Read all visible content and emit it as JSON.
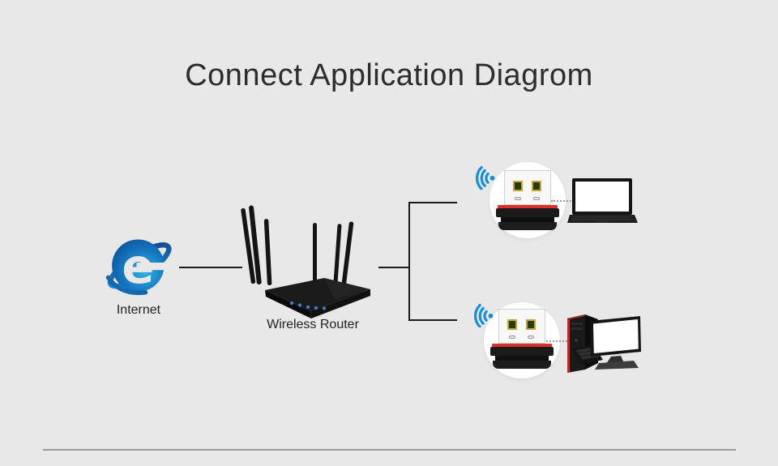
{
  "title": "Connect Application Diagrom",
  "diagram": {
    "internet": {
      "label": "Internet",
      "icon": "internet-explorer-e-logo"
    },
    "router": {
      "label": "Wireless Router",
      "icon": "wireless-router-6-antennas",
      "led_count": 5
    },
    "clients": [
      {
        "device": "laptop",
        "adapter_icon": "usb-wifi-adapter",
        "signal_icon": "wifi-signal-icon",
        "link_style": "dotted"
      },
      {
        "device": "desktop-computer",
        "adapter_icon": "usb-wifi-adapter",
        "signal_icon": "wifi-signal-icon",
        "link_style": "dotted"
      }
    ]
  },
  "colors": {
    "background": "#e8e8e8",
    "title_text": "#2d2d2d",
    "label_text": "#222222",
    "line": "#1a1a1a",
    "divider": "#9a9a9a",
    "wifi_blue": "#1590d8",
    "ie_blue_dark": "#16408f",
    "ie_blue_light": "#25a5e0",
    "adapter_red": "#d9302c",
    "led_blue": "#4a7bd8",
    "device_black": "#1a1a1a",
    "usb_contact_gold": "#c8a43c",
    "usb_contact_green": "#243c10",
    "circle_white": "#ffffff"
  }
}
